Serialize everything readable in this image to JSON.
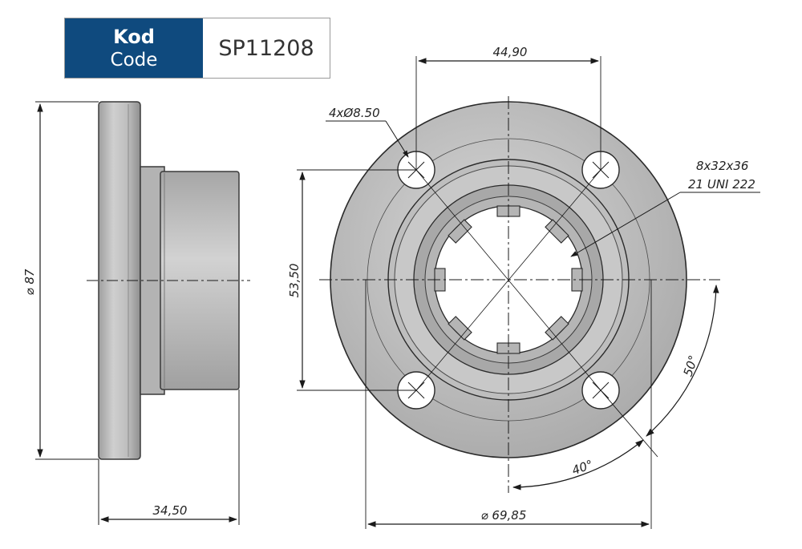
{
  "code_box": {
    "label_primary": "Kod",
    "label_secondary": "Code",
    "value": "SP11208"
  },
  "dimensions": {
    "hole_spacing_horizontal": "44,90",
    "hole_spec": "4xØ8.50",
    "spline_spec_line1": "8x32x36",
    "spline_spec_line2": "21 UNI 222",
    "hole_spacing_vertical": "53,50",
    "outer_diameter": "⌀ 87",
    "length": "34,50",
    "bolt_circle_diameter": "⌀ 69,85",
    "angle_1": "50°",
    "angle_2": "40°"
  },
  "colors": {
    "brand_blue": "#0f4a7e",
    "part_gray": "#b9b9b9",
    "line_dark": "#1a1a1a"
  }
}
